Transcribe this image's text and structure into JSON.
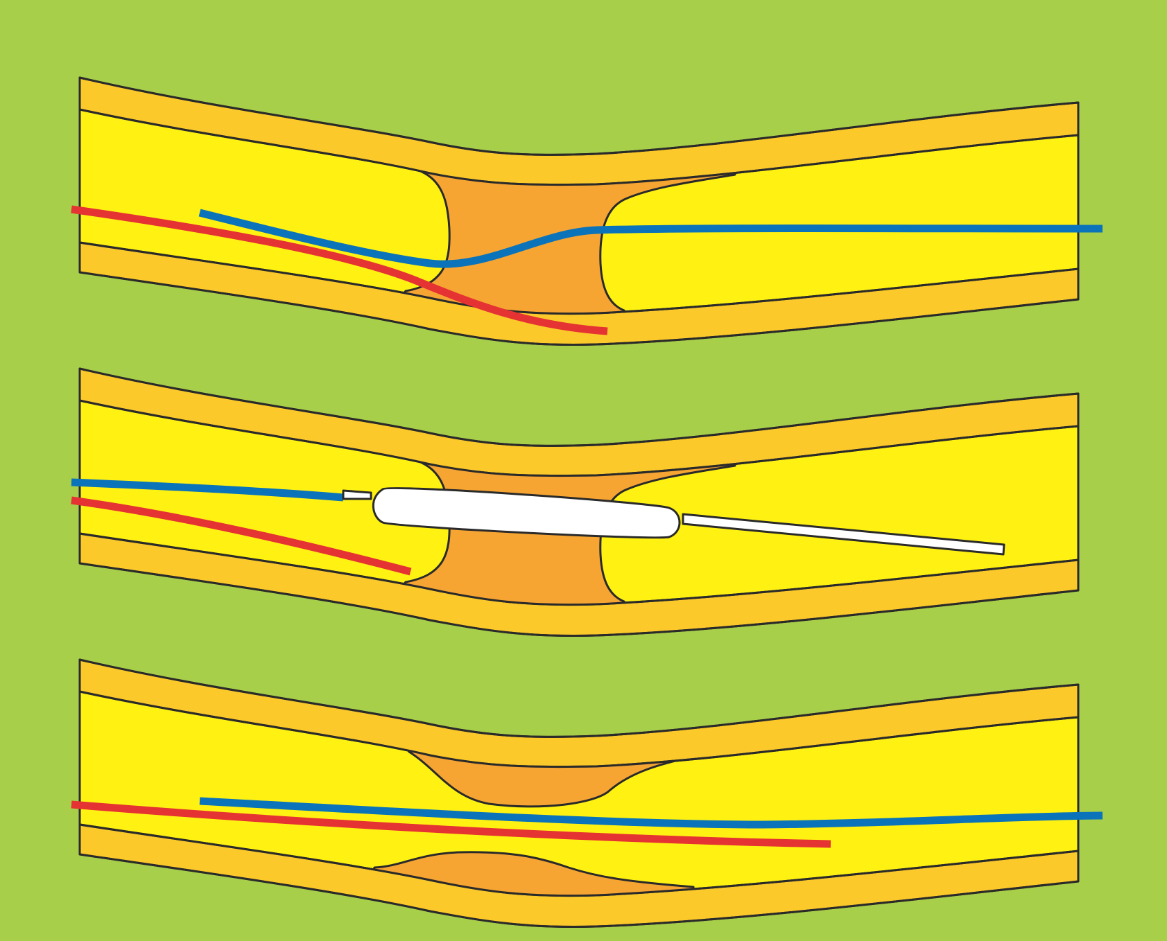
{
  "colors": {
    "frame": "#0a0a5a",
    "background": "#a8cf4a",
    "vessel_wall": "#fbc92a",
    "lumen": "#fff212",
    "plaque": "#f6a532",
    "outline": "#2a2a2a",
    "wire_red": "#e53232",
    "wire_blue": "#0b73b9",
    "balloon": "#ffffff"
  },
  "panels": [
    {
      "name": "panel-crossing-wires",
      "stage": "stenosis-with-guidewires",
      "wires": [
        "red-wire",
        "blue-wire"
      ]
    },
    {
      "name": "panel-balloon-dilation",
      "stage": "balloon-in-lesion",
      "wires": [
        "red-wire",
        "blue-wire"
      ],
      "device": "balloon-catheter"
    },
    {
      "name": "panel-after-dilation",
      "stage": "vessel-after-dilation",
      "wires": [
        "red-wire",
        "blue-wire"
      ]
    }
  ],
  "icons": {
    "balloon": "balloon-catheter-icon"
  }
}
